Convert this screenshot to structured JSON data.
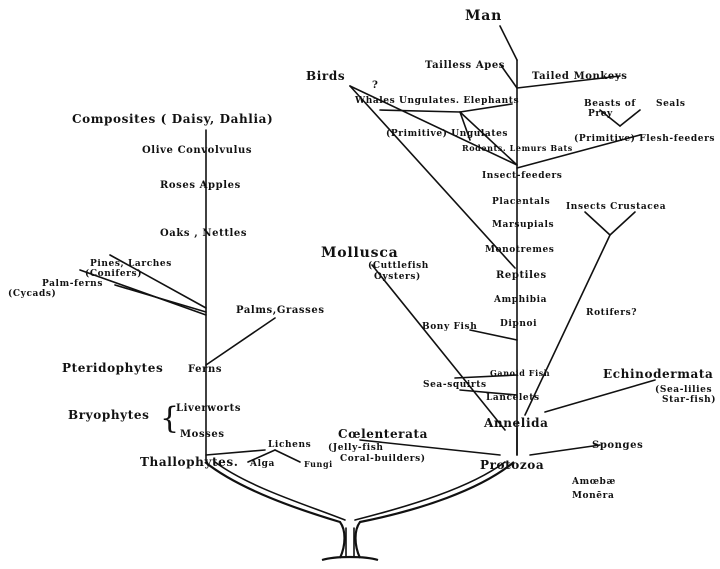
{
  "labels": {
    "man": "Man",
    "tailless_apes": "Tailless Apes",
    "tailed_monkeys": "Tailed Monkeys",
    "birds": "Birds",
    "question_mark": "?",
    "whales_ungulates_elephants": "Whales Ungulates. Elephants",
    "beasts_of_prey": "Beasts of",
    "beasts_of_prey_2": "Prey",
    "seals": "Seals",
    "composites": "Composites ( Daisy, Dahlia)",
    "primitive_ungulates": "(Primitive) Ungulates",
    "primitive_flesh_feeders": "(Primitive) Flesh-feeders",
    "rodents_lemurs_bats": "Rodents. Lemurs Bats",
    "olive_convolvulus": "Olive Convolvulus",
    "insect_feeders": "Insect-feeders",
    "roses_apples": "Roses Apples",
    "placentals": "Placentals",
    "insects_crustacea": "Insects Crustacea",
    "marsupials": "Marsupials",
    "oaks_nettles": "Oaks , Nettles",
    "mollusca": "Mollusca",
    "monotremes": "Monotremes",
    "pines_larches": "Pines, Larches",
    "conifers": "(Conifers)",
    "cuttlefish": "(Cuttlefish",
    "oysters": "Oysters)",
    "reptiles": "Reptiles",
    "palm_ferns": "Palm-ferns",
    "cycads": "(Cycads)",
    "amphibia": "Amphibia",
    "palms_grasses": "Palms,Grasses",
    "rotifers": "Rotifers?",
    "bony_fish": "Bony Fish",
    "dipnoi": "Dipnoi",
    "pteridophytes": "Pteridophytes",
    "ferns": "Ferns",
    "ganoid_fish": "Ganoid Fish",
    "echinodermata": "Echinodermata",
    "sea_squirts": "Sea-squirts",
    "sea_lilies": "(Sea-lilies",
    "star_fish": "Star-fish)",
    "lancelets": "Lancelets",
    "liverworts": "Liverworts",
    "bryophytes": "Bryophytes",
    "annelida": "Annelida",
    "mosses": "Mosses",
    "coelenterata": "Cœlenterata",
    "lichens": "Lichens",
    "jellyfish": "(Jelly-fish",
    "coral_builders": "Coral-builders)",
    "sponges": "Sponges",
    "thallophytes": "Thallophytes.",
    "alga": "Alga",
    "fungi": "Fungi",
    "protozoa": "Protozoa",
    "amoebae": "Amœbæ",
    "monera": "Monēra"
  }
}
